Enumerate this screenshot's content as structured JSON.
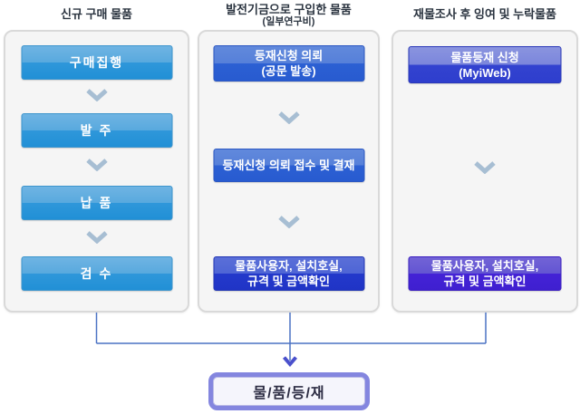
{
  "columns": [
    {
      "id": "new-purchase",
      "header_lines": [
        "신규 구매 물품"
      ],
      "boxes": [
        {
          "style": "sky",
          "lines": [
            "구매집행"
          ]
        },
        {
          "style": "sky",
          "lines": [
            "발 주"
          ]
        },
        {
          "style": "sky",
          "lines": [
            "납 품"
          ]
        },
        {
          "style": "sky",
          "lines": [
            "검 수"
          ]
        }
      ]
    },
    {
      "id": "development-fund",
      "header_lines": [
        "발전기금으로 구입한 물품",
        "(일부연구비)"
      ],
      "boxes": [
        {
          "style": "blue",
          "lines": [
            "등재신청 의뢰",
            "(공문 발송)"
          ]
        },
        {
          "style": "blue",
          "lines": [
            "등재신청 의뢰 접수 및 결재"
          ]
        },
        {
          "style": "royal",
          "lines": [
            "물품사용자, 설치호실,",
            "규격 및 금액확인"
          ]
        }
      ]
    },
    {
      "id": "inventory-surplus",
      "header_lines": [
        "재물조사 후 잉여 및 누락물품"
      ],
      "boxes": [
        {
          "style": "indigo",
          "lines": [
            "물품등재 신청",
            "(MyiWeb)"
          ]
        },
        {
          "style": "violet",
          "lines": [
            "물품사용자, 설치호실,",
            "규격 및 금액확인"
          ]
        }
      ]
    }
  ],
  "final_box": {
    "label": "물/품/등/재"
  },
  "icons": {
    "flow_arrow": "chevron-down-icon"
  },
  "colors": {
    "panel_bg": "#f5f5f5",
    "panel_border": "#d9d9d9",
    "sky_top": "#6fb4e3",
    "sky_bottom": "#2190d6",
    "blue_top": "#6189dc",
    "blue_bottom": "#285bd0",
    "royal_top": "#5a6fd8",
    "royal_bottom": "#2034c6",
    "indigo_top": "#8a94df",
    "indigo_bottom": "#2e3ecd",
    "violet_top": "#7263d6",
    "violet_bottom": "#3f1fd0",
    "chevron": "#a7bed3",
    "connector_line": "#4a72c4",
    "arrowhead": "#4a50cc",
    "final_border": "#8486df",
    "final_bg": "#f5f5fc",
    "final_text": "#2d2d44",
    "header_text": "#2b3440"
  }
}
